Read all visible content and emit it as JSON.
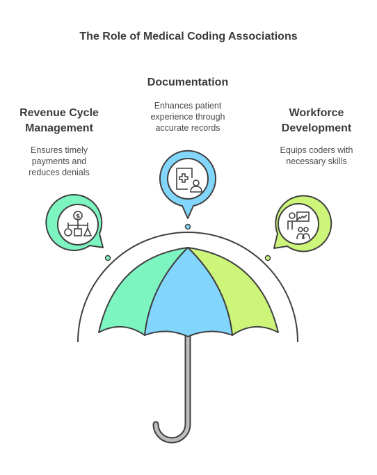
{
  "title": "The Role of Medical Coding Associations",
  "items": [
    {
      "heading_line1": "Revenue Cycle",
      "heading_line2": "Management",
      "desc_line1": "Ensures timely",
      "desc_line2": "payments and",
      "desc_line3": "reduces denials",
      "icon": "workflow-dollar-icon",
      "color": "#7DF5C0"
    },
    {
      "heading_line1": "Documentation",
      "desc_line1": "Enhances patient",
      "desc_line2": "experience through",
      "desc_line3": "accurate records",
      "icon": "medical-record-icon",
      "color": "#82D6FC"
    },
    {
      "heading_line1": "Workforce",
      "heading_line2": "Development",
      "desc_line1": "Equips coders with",
      "desc_line2": "necessary skills",
      "icon": "training-presentation-icon",
      "color": "#CCF57A"
    }
  ],
  "colors": {
    "outline": "#3f3f3f",
    "handle": "#bdbdbd",
    "green_panel": "#7DF5C0",
    "blue_panel": "#82D6FC",
    "lime_panel": "#CCF57A"
  }
}
